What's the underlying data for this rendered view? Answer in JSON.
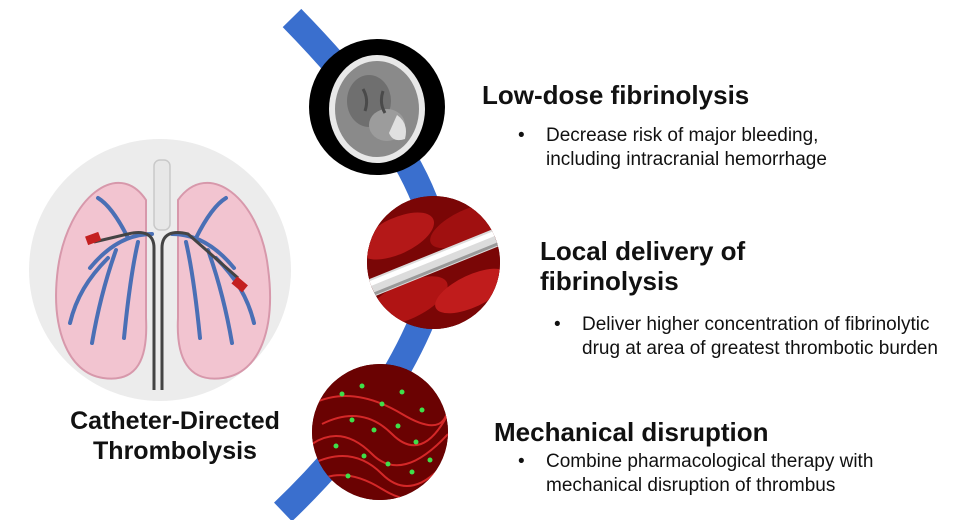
{
  "main_caption": {
    "line1": "Catheter-Directed",
    "line2": "Thrombolysis"
  },
  "sections": [
    {
      "title_line1": "Low-dose fibrinolysis",
      "bullet_line1": "Decrease risk of major bleeding,",
      "bullet_line2": "including intracranial hemorrhage",
      "image_icon": "brain-ct-scan-icon"
    },
    {
      "title_line1": "Local delivery of",
      "title_line2": "fibrinolysis",
      "bullet_line1": "Deliver higher concentration of fibrinolytic",
      "bullet_line2": "drug at area of greatest thrombotic burden",
      "image_icon": "catheter-in-vessel-icon"
    },
    {
      "title_line1": "Mechanical disruption",
      "bullet_line1": "Combine pharmacological therapy with",
      "bullet_line2": "mechanical disruption of thrombus",
      "image_icon": "clot-fibrin-icon"
    }
  ],
  "colors": {
    "arc": "#3a6fce",
    "lung": "#f2c4d0",
    "vessel": "#4a6fb5",
    "clot": "#c42020"
  }
}
